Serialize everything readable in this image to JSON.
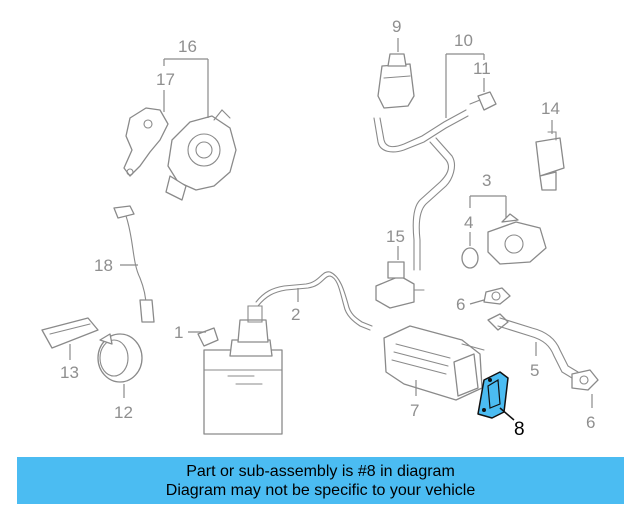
{
  "callouts": {
    "c1": "1",
    "c2": "2",
    "c3": "3",
    "c4": "4",
    "c5": "5",
    "c6a": "6",
    "c6b": "6",
    "c7": "7",
    "c8": "8",
    "c9": "9",
    "c10": "10",
    "c11": "11",
    "c12": "12",
    "c13": "13",
    "c14": "14",
    "c15": "15",
    "c16": "16",
    "c17": "17",
    "c18": "18"
  },
  "highlighted_part": "8",
  "colors": {
    "highlight": "#4bbcf2",
    "line_art": "#8a8a8a",
    "banner": "#4bbcf2"
  },
  "banner": {
    "line1": "Part or sub-assembly is #8 in diagram",
    "line2": "Diagram may not be specific to your vehicle"
  }
}
